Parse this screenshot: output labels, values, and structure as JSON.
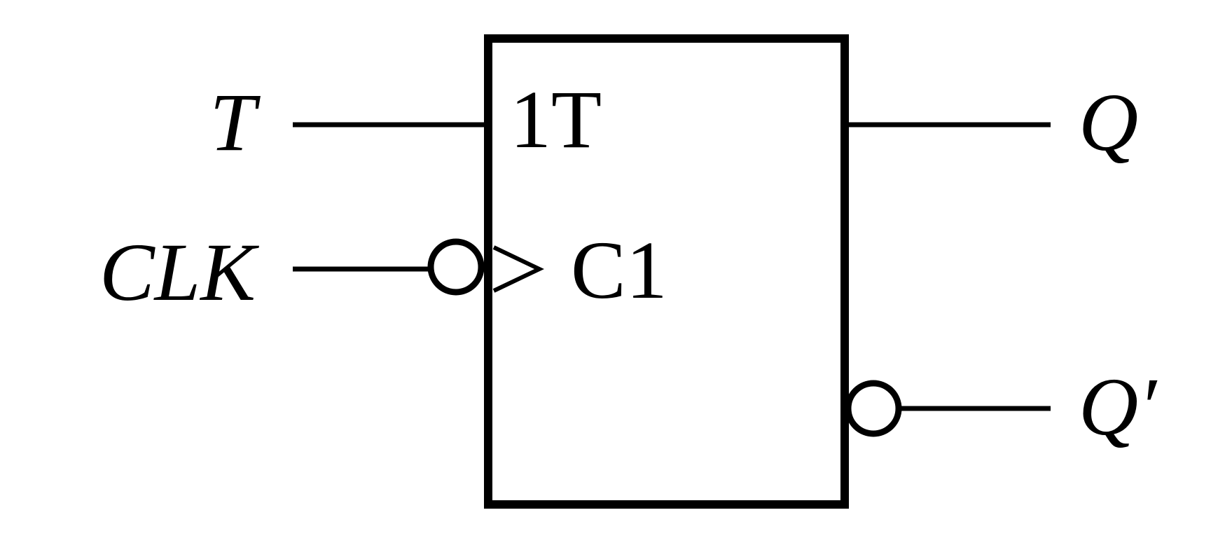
{
  "diagram": {
    "inputs": {
      "t": "T",
      "clk": "CLK"
    },
    "outputs": {
      "q": "Q",
      "q_not": "Q′"
    },
    "block": {
      "t_pin": "1T",
      "clock_pin": "C1"
    },
    "colors": {
      "stroke": "#000000",
      "background": "#ffffff"
    }
  }
}
